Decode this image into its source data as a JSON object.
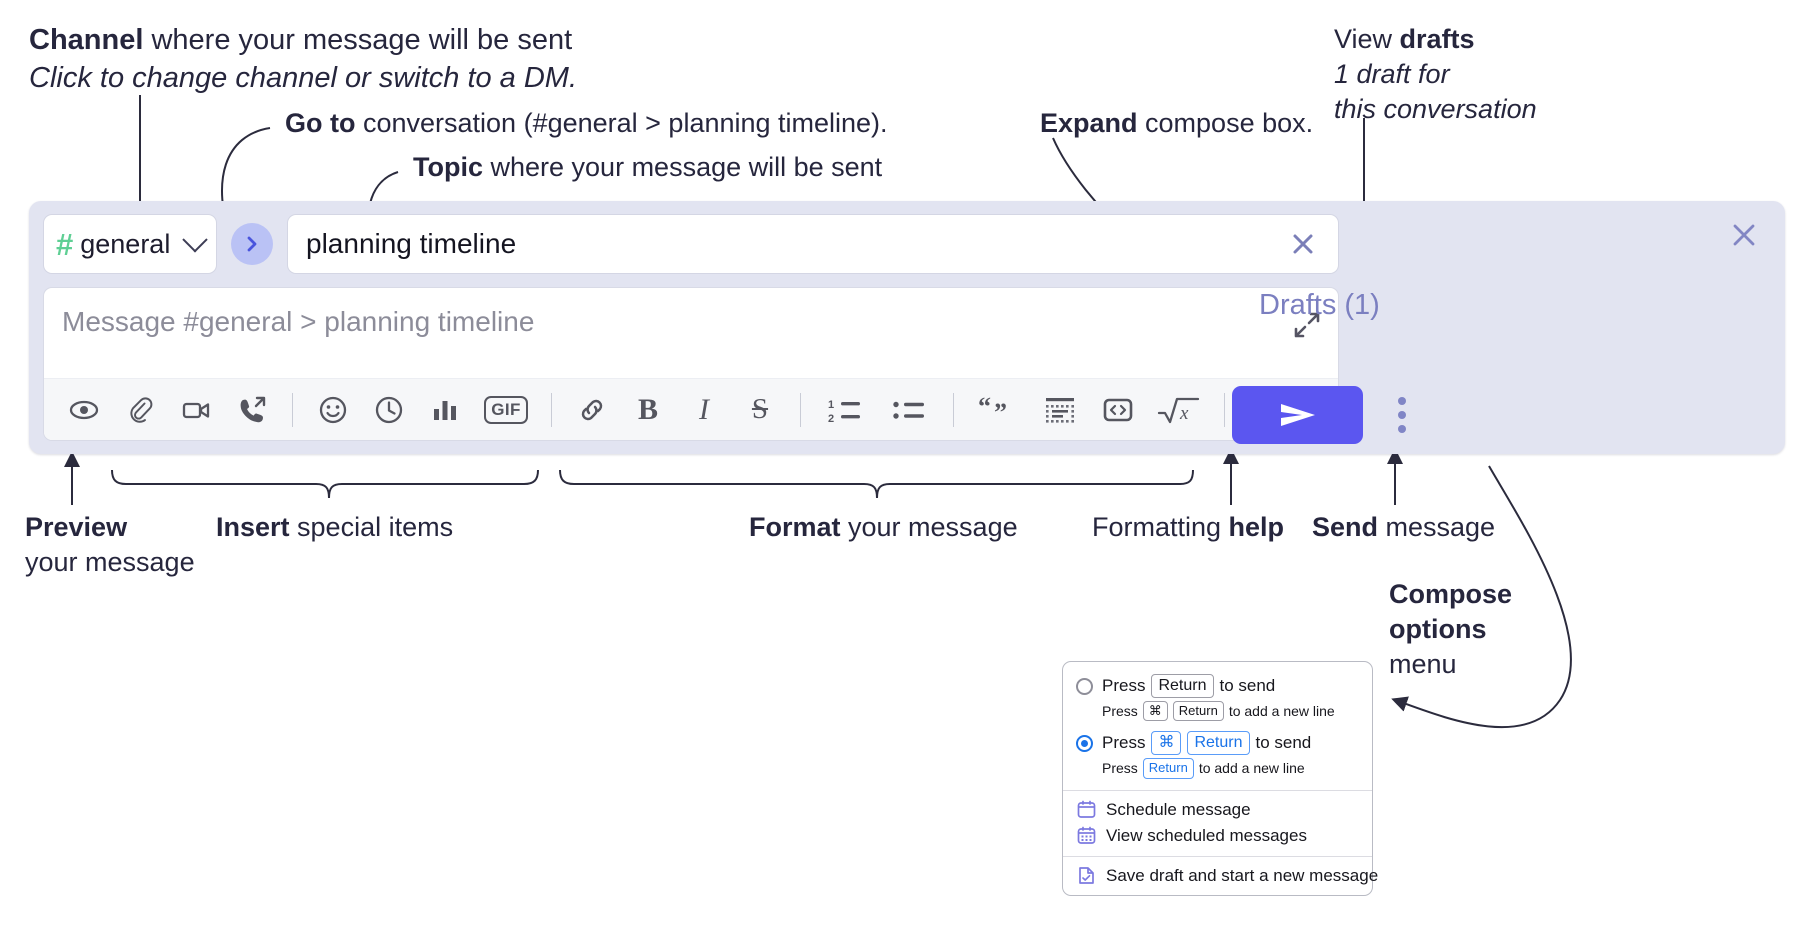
{
  "annotations": {
    "channel": {
      "bold": "Channel",
      "rest": " where your message will be sent",
      "italic": "Click to change channel or switch to a DM."
    },
    "goto": {
      "bold": "Go to",
      "rest": " conversation (#general > planning timeline)."
    },
    "topic": {
      "bold": "Topic",
      "rest": " where your message will be sent"
    },
    "expand": {
      "bold": "Expand",
      "rest": " compose box."
    },
    "drafts": {
      "normal": "View ",
      "bold": "drafts",
      "italic1": "1 draft for",
      "italic2": "this conversation"
    },
    "preview": {
      "bold": "Preview",
      "line2": "your message"
    },
    "insert": {
      "bold": "Insert",
      "rest": " special items"
    },
    "format": {
      "bold": "Format",
      "rest": " your message"
    },
    "help": {
      "normal": "Formatting ",
      "bold": "help"
    },
    "send": {
      "bold": "Send",
      "rest": " message"
    },
    "compose_options": {
      "bold1": "Compose",
      "bold2": "options",
      "normal": "menu"
    }
  },
  "compose": {
    "channel_selector": {
      "hash": "#",
      "name": "general",
      "chevron": "chevron-down"
    },
    "goto_button_label": "go-to-conversation",
    "topic_value": "planning timeline",
    "topic_clear_label": "clear-topic",
    "message_placeholder": "Message #general > planning timeline",
    "expand_label": "expand-compose-box",
    "close_label": "close-compose",
    "drafts_label": "Drafts (1)",
    "send_label": "send-message",
    "options_label": "compose-options",
    "toolbar": [
      {
        "name": "preview-icon",
        "title": "Preview"
      },
      {
        "name": "attachment-icon",
        "title": "Attach file"
      },
      {
        "name": "video-icon",
        "title": "Record video clip"
      },
      {
        "name": "call-icon",
        "title": "Call"
      },
      {
        "name": "divider-1",
        "title": ""
      },
      {
        "name": "emoji-icon",
        "title": "Emoji"
      },
      {
        "name": "clock-icon",
        "title": "Reminder"
      },
      {
        "name": "poll-icon",
        "title": "Poll"
      },
      {
        "name": "gif-icon",
        "title": "GIF",
        "text": "GIF"
      },
      {
        "name": "divider-2",
        "title": ""
      },
      {
        "name": "link-icon",
        "title": "Link"
      },
      {
        "name": "bold-icon",
        "title": "Bold",
        "text": "B"
      },
      {
        "name": "italic-icon",
        "title": "Italic",
        "text": "I"
      },
      {
        "name": "strikethrough-icon",
        "title": "Strikethrough",
        "text": "S"
      },
      {
        "name": "divider-3",
        "title": ""
      },
      {
        "name": "ordered-list-icon",
        "title": "Ordered list"
      },
      {
        "name": "bulleted-list-icon",
        "title": "Bulleted list"
      },
      {
        "name": "divider-4",
        "title": ""
      },
      {
        "name": "blockquote-icon",
        "title": "Blockquote"
      },
      {
        "name": "code-block-icon",
        "title": "Code block"
      },
      {
        "name": "code-icon",
        "title": "Code"
      },
      {
        "name": "latex-icon",
        "title": "LaTeX",
        "text": "√x"
      },
      {
        "name": "divider-5",
        "title": ""
      },
      {
        "name": "help-icon",
        "title": "Formatting help",
        "text": "?"
      }
    ]
  },
  "options_menu": {
    "radios": [
      {
        "selected": false,
        "main_pre": "Press",
        "main_key": "Return",
        "main_post": "to send",
        "sub_pre": "Press",
        "sub_key1": "⌘",
        "sub_key2": "Return",
        "sub_post": "to add a new line"
      },
      {
        "selected": true,
        "main_pre": "Press",
        "main_key1": "⌘",
        "main_key2": "Return",
        "main_post": "to send",
        "sub_pre": "Press",
        "sub_key": "Return",
        "sub_post": "to add a new line"
      }
    ],
    "items": [
      {
        "icon": "calendar-icon",
        "label": "Schedule message"
      },
      {
        "icon": "calendar-grid-icon",
        "label": "View scheduled messages"
      },
      {
        "icon": "save-draft-icon",
        "label": "Save draft and start a new message"
      }
    ]
  },
  "colors": {
    "panel_bg": "#e2e4f1",
    "accent_purple": "#5b56f0",
    "hash_green": "#5fcf94",
    "goto_bg": "#bac2f5",
    "drafts_text": "#7b7fc0",
    "radio_blue": "#1a73e8",
    "menu_icon_purple": "#7c79e0"
  }
}
